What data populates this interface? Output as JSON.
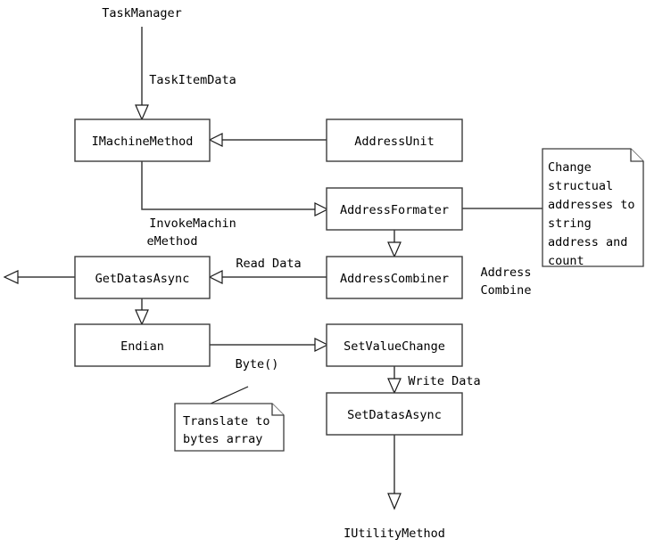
{
  "diagram": {
    "type": "flowchart",
    "title": "",
    "background_color": "#ffffff",
    "stroke_color": "#3c3c3c",
    "text_color": "#000000",
    "endpoints": [
      {
        "id": "task-manager",
        "label": "TaskManager"
      },
      {
        "id": "iutility-method",
        "label": "IUtilityMethod"
      }
    ],
    "nodes": [
      {
        "id": "imachine-method",
        "label": "IMachineMethod"
      },
      {
        "id": "address-unit",
        "label": "AddressUnit"
      },
      {
        "id": "address-formater",
        "label": "AddressFormater"
      },
      {
        "id": "get-datas-async",
        "label": "GetDatasAsync"
      },
      {
        "id": "address-combiner",
        "label": "AddressCombiner"
      },
      {
        "id": "endian",
        "label": "Endian"
      },
      {
        "id": "set-value-change",
        "label": "SetValueChange"
      },
      {
        "id": "set-datas-async",
        "label": "SetDatasAsync"
      }
    ],
    "notes": [
      {
        "id": "note-change-address",
        "lines": [
          "Change",
          "structual",
          "addresses to",
          "string",
          "address and",
          "count"
        ]
      },
      {
        "id": "note-translate-bytes",
        "lines": [
          "Translate to",
          "bytes array"
        ]
      }
    ],
    "edge_labels": [
      {
        "id": "task-item-data",
        "text": "TaskItemData"
      },
      {
        "id": "invoke-machine-method-line1",
        "text": "InvokeMachin"
      },
      {
        "id": "invoke-machine-method-line2",
        "text": "eMethod"
      },
      {
        "id": "read-data",
        "text": "Read Data"
      },
      {
        "id": "address-combine-line1",
        "text": "Address"
      },
      {
        "id": "address-combine-line2",
        "text": "Combine"
      },
      {
        "id": "byte-call",
        "text": "Byte()"
      },
      {
        "id": "write-data",
        "text": "Write Data"
      }
    ]
  }
}
